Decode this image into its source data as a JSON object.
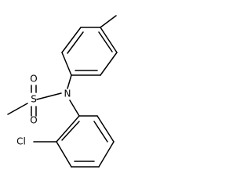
{
  "molecule": {
    "atom_labels": {
      "sulfur": "S",
      "oxygen_top": "O",
      "oxygen_bottom": "O",
      "nitrogen": "N",
      "chlorine": "Cl"
    }
  }
}
